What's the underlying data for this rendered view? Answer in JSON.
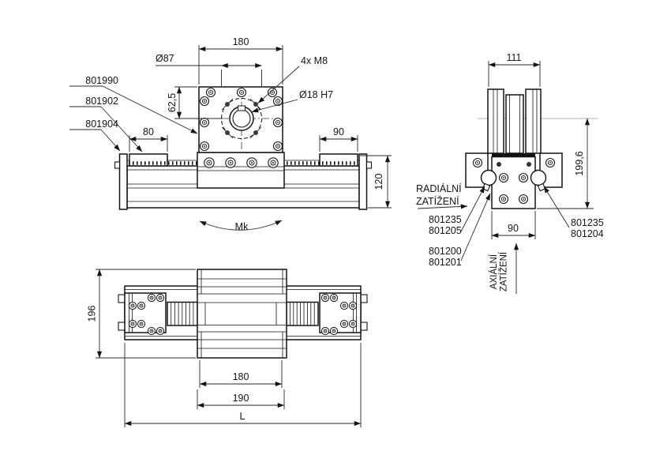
{
  "front_view": {
    "part_labels": {
      "gear_unit": "801990",
      "cover_strip": "801902",
      "end_cap": "801904"
    },
    "dims": {
      "flange_width": "180",
      "bolt_circle": "Ø87",
      "mount_holes": "4x M8",
      "bore": "Ø18 H7",
      "bore_offset": "62,5",
      "left_cover": "80",
      "right_cover": "90",
      "body_height": "120",
      "torque": "Mk"
    }
  },
  "side_view": {
    "dims": {
      "profile_width": "111",
      "total_height": "199,6",
      "carriage_width": "90"
    },
    "radial_load": {
      "line1": "RADIÁLNÍ",
      "line2": "ZATÍŽENÍ"
    },
    "axial_load": {
      "line1": "AXIÁLNÍ",
      "line2": "ZATÍŽENÍ"
    },
    "part_labels": {
      "left_roller_top": "801235",
      "left_roller_bottom": "801205",
      "drive_top": "801200",
      "drive_bottom": "801201",
      "right_roller_top": "801235",
      "right_roller_bottom": "801204"
    }
  },
  "plan_view": {
    "dims": {
      "body_width": "196",
      "flange_length": "180",
      "base_length": "190",
      "total_length": "L"
    }
  }
}
